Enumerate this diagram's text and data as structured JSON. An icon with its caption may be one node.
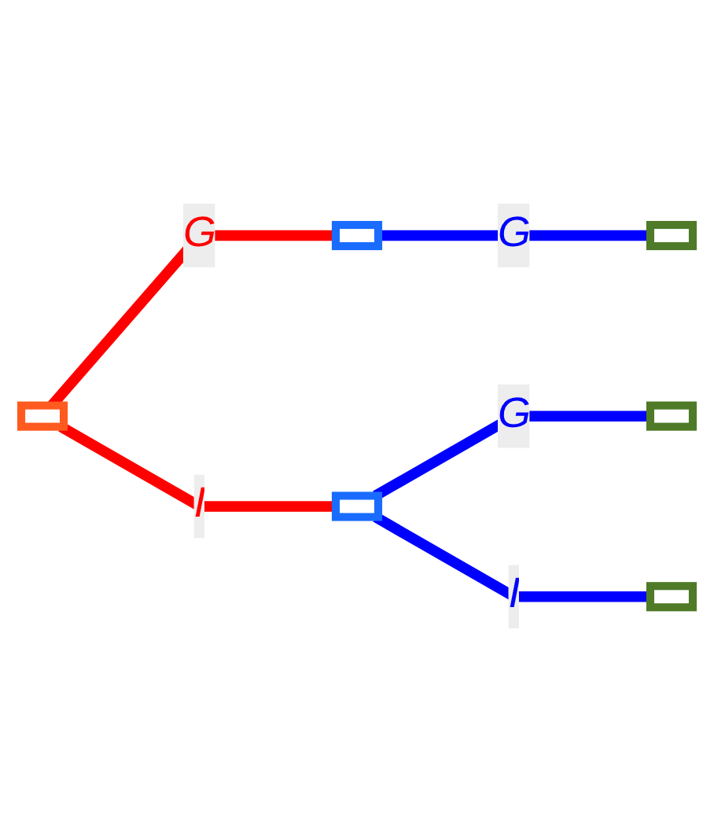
{
  "diagram": {
    "nodes": [
      {
        "text": [],
        "shape": "box"
      },
      {
        "text": [],
        "shape": "box"
      },
      {
        "text": [],
        "shape": "box"
      },
      {
        "text": [],
        "shape": "box"
      },
      {
        "text": [],
        "shape": "box"
      },
      {
        "text": [],
        "shape": "box"
      }
    ],
    "edges": [
      {
        "from": 0,
        "to": 1,
        "arrow": "none",
        "label": "G",
        "color": "#ff0000"
      },
      {
        "from": 0,
        "to": 2,
        "arrow": "none",
        "label": "I",
        "color": "#ff0000"
      },
      {
        "from": 1,
        "to": 3,
        "arrow": "none",
        "label": "G"
      },
      {
        "from": 2,
        "to": 4,
        "arrow": "none",
        "label": "G"
      },
      {
        "from": 2,
        "to": 5,
        "arrow": "none",
        "label": "I"
      }
    ]
  }
}
